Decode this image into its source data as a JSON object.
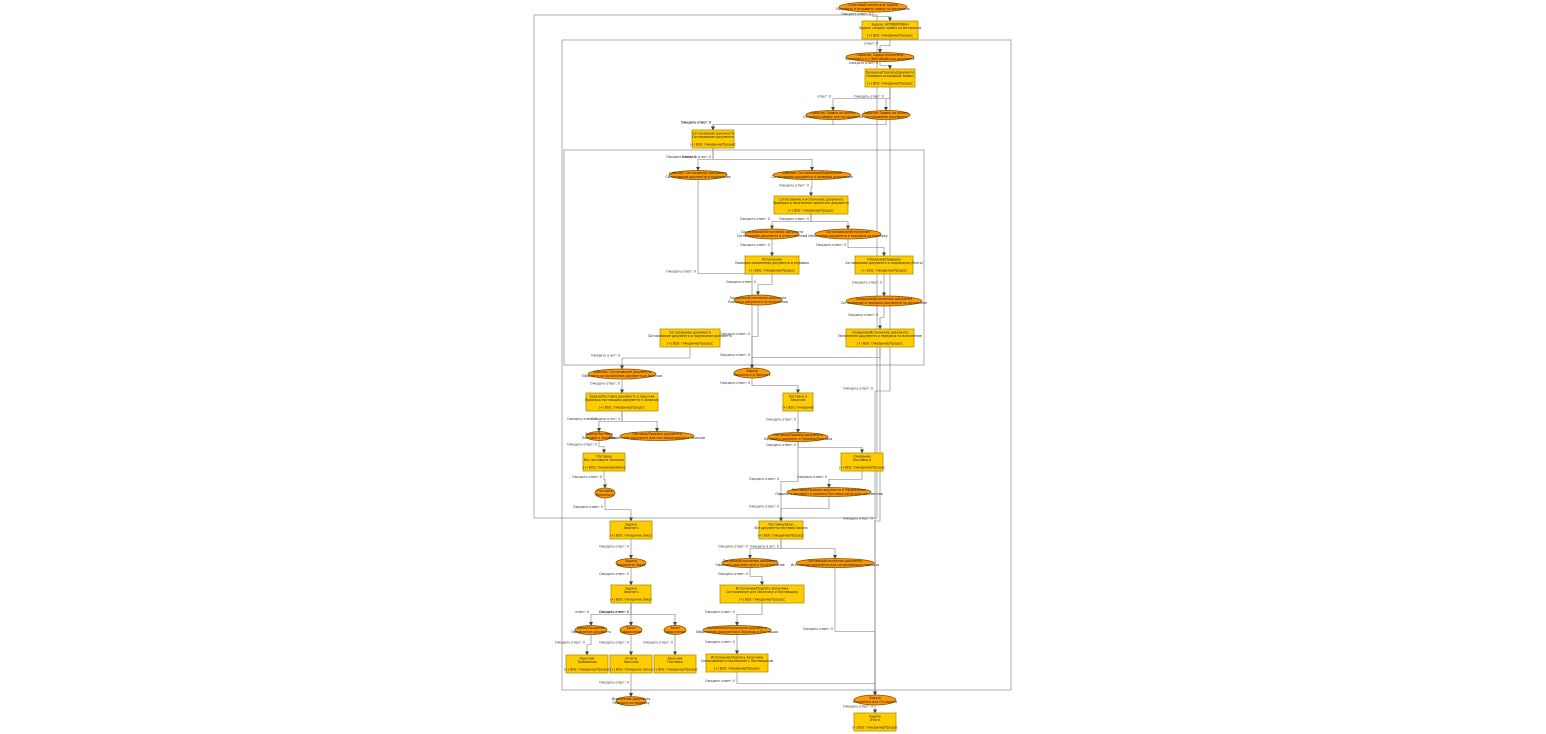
{
  "nodes": [
    {
      "id": "start",
      "type": "ellipse",
      "lines": [
        "Стартовый сигнал для задачи",
        "Оформить и отправить заявку на материалы"
      ]
    },
    {
      "id": "s1",
      "type": "box",
      "lines": [
        "Задача: АКТИВИРОВАН",
        "Задача: создать заявку на материалы",
        "",
        "(+) BSG: Ожидание/Процесс"
      ]
    },
    {
      "id": "e_s1",
      "type": "ellipse",
      "lines": [
        "Событие: Задача выполнена",
        "Выполнить и / Сбой обработки документа"
      ]
    },
    {
      "id": "s2",
      "type": "box",
      "lines": [
        "Проверка/ПодписьДокумента",
        "Проверка исходящей заявки",
        "",
        "(+) BSG: Ожидание/Процесс"
      ]
    },
    {
      "id": "e_l1",
      "type": "ellipse",
      "lines": [
        "Событие: Заявка на оплату",
        "Отправить заявку для согласования"
      ]
    },
    {
      "id": "e_l2",
      "type": "ellipse",
      "lines": [
        "Событие: Заявка на оплату",
        "Согласование документа"
      ]
    },
    {
      "id": "s3",
      "type": "box",
      "lines": [
        "Согласование документа",
        "Согласование документа",
        "",
        "(+) BSG: Ожидание/Процесс"
      ]
    },
    {
      "id": "e_s3a",
      "type": "ellipse",
      "lines": [
        "Событие: Согласование документа",
        "Согласование документа и подписание"
      ]
    },
    {
      "id": "e_s3b",
      "type": "ellipse",
      "lines": [
        "Событие: Согласование/Подписание",
        "Согласование документа и проверка исполнения"
      ]
    },
    {
      "id": "s4",
      "type": "box",
      "lines": [
        "Согласование и исполнение документа",
        "Проверка и исполнение принятого документа",
        "",
        "(+) BSG: Ожидание/Процесс"
      ]
    },
    {
      "id": "e_s4a",
      "type": "ellipse",
      "lines": [
        "Согласование/Исполнение документа",
        "Согласование документа и ответственный"
      ]
    },
    {
      "id": "e_s4b",
      "type": "ellipse",
      "lines": [
        "Согласование/Исполнение",
        "Исполнение документа и передача на проверку"
      ]
    },
    {
      "id": "s5a",
      "type": "box",
      "lines": [
        "Исполнение",
        "Проверка исполнения документа и отправка",
        "",
        "(+) BSG: Ожидание/Процесс"
      ]
    },
    {
      "id": "s5b",
      "type": "box",
      "lines": [
        "Ожидание/Проверка",
        "Согласование документа и подписание (Всего)",
        "",
        "(+) BSG: Ожидание/Процесс"
      ]
    },
    {
      "id": "e_s5a",
      "type": "ellipse",
      "lines": [
        "Ожидание/Исполнение документа",
        "Передача документа на исполнение"
      ]
    },
    {
      "id": "e_s5b",
      "type": "ellipse",
      "lines": [
        "Ожидание/Исполнение документа",
        "Согласование и передача документа на исполнение"
      ]
    },
    {
      "id": "s6b",
      "type": "box",
      "lines": [
        "Ожидание/Исполнение документа",
        "Исполнение документа и передача на исполнение",
        "",
        "(+) BSG: Ожидание/Процесс"
      ]
    },
    {
      "id": "s7",
      "type": "box",
      "lines": [
        "Согласование документа",
        "Согласование документа и подписание документа",
        "",
        "(+) BSG: Ожидание/Процесс"
      ]
    },
    {
      "id": "e_s7",
      "type": "ellipse",
      "lines": [
        "Событие: Согласование документа",
        "Оформить согласованные документы в Заказчик"
      ]
    },
    {
      "id": "hub1",
      "type": "ellipse",
      "lines": [
        "Задача",
        "Выполнить и Заказать"
      ]
    },
    {
      "id": "s8",
      "type": "box",
      "lines": [
        "Задача/Поставка документа в Заказчик",
        "Проверка поставщика документа в Заказчик",
        "",
        "(+) BSG: Ожидание/Процесс"
      ]
    },
    {
      "id": "e_s8a",
      "type": "ellipse",
      "lines": [
        "Задача/Поставка",
        "Поставка в Заказчик"
      ]
    },
    {
      "id": "e_s8b",
      "type": "ellipse",
      "lines": [
        "Поставка/Приемка документа",
        "Оформление документа для поставки/приемки в Заказчик"
      ]
    },
    {
      "id": "s9",
      "type": "box",
      "lines": [
        "Поставка",
        "Все поставки в Заказчик",
        "",
        "(+) BSG: Ожидание/Заказ"
      ]
    },
    {
      "id": "e_s9",
      "type": "ellipse",
      "lines": [
        "Поставка",
        "Выполнить"
      ]
    },
    {
      "id": "sr1",
      "type": "box",
      "lines": [
        "Поставка и",
        "Заказчик",
        "",
        "(+) BSG: Ожидание"
      ]
    },
    {
      "id": "e_sr1",
      "type": "ellipse",
      "lines": [
        "Поставка/Приемка документа",
        "Оформить документ и Приемка/Поставка"
      ]
    },
    {
      "id": "sr2",
      "type": "box",
      "lines": [
        "Ожидание",
        "Поставка и",
        "",
        "(+) BSG: Ожидание/Процесс"
      ]
    },
    {
      "id": "e_sr2",
      "type": "ellipse",
      "lines": [
        "Поставка/Приемка документа и Оформление",
        "Оформить документ и приемка Поставки после всех документов"
      ]
    },
    {
      "id": "s10",
      "type": "box",
      "lines": [
        "Поставка/Заказ",
        "Все документы поставки Заказа",
        "",
        "(+) BSG: Ожидание/Процесс"
      ]
    },
    {
      "id": "e_s10a",
      "type": "ellipse",
      "lines": [
        "Поставка/Исполнение документа",
        "Оформить документ для и на исполнение"
      ]
    },
    {
      "id": "e_s10b",
      "type": "ellipse",
      "lines": [
        "Поставка/Исполнение документа",
        "Исполнение документа для согласования и передача"
      ]
    },
    {
      "id": "s11",
      "type": "box",
      "lines": [
        "Исполнение/Подпись Заказчика",
        "Согласование для Заказчика и Поставщика",
        "",
        "(+) BSG: Ожидание/Процесс"
      ]
    },
    {
      "id": "e_s11",
      "type": "ellipse",
      "lines": [
        "Исполнение/Подписание документа",
        "Оформление документов в Заказчик и Поставщик"
      ]
    },
    {
      "id": "s12",
      "type": "box",
      "lines": [
        "Исполнение/Подпись Заказчика",
        "Согласование и подписание с Поставщиком",
        "",
        "(+) BSG: Ожидание/Процесс"
      ]
    },
    {
      "id": "c1",
      "type": "box",
      "lines": [
        "Задача",
        "Заказать",
        "",
        "(+) BSG: Ожидание Заказ"
      ]
    },
    {
      "id": "e_c1",
      "type": "ellipse",
      "lines": [
        "Задача",
        "Выполнить Заказ"
      ]
    },
    {
      "id": "c2",
      "type": "box",
      "lines": [
        "Задача",
        "Заказать",
        "",
        "(+) BSG: Ожидание Заказ"
      ]
    },
    {
      "id": "e_c3",
      "type": "ellipse",
      "lines": [
        "Заказ/Ожидание",
        "Оформление документа"
      ]
    },
    {
      "id": "e_c4",
      "type": "ellipse",
      "lines": [
        "Заказ",
        "Оформление"
      ]
    },
    {
      "id": "e_c5",
      "type": "ellipse",
      "lines": [
        "Заказ",
        "Оформление"
      ]
    },
    {
      "id": "c3",
      "type": "box",
      "lines": [
        "Заказчик",
        "Требования",
        "",
        "(+) BSG: Ожидание/Процесс"
      ]
    },
    {
      "id": "c4",
      "type": "box",
      "lines": [
        "Оплата",
        "Заказчик",
        "",
        "(+) BSG: Ожидание Заказ"
      ]
    },
    {
      "id": "c5",
      "type": "box",
      "lines": [
        "Заказчик",
        "Поставка",
        "",
        "(+) BSG: Ожидание/Процесс"
      ]
    },
    {
      "id": "end_left",
      "type": "ellipse",
      "lines": [
        "Исполнение документа",
        "Передать на проверку"
      ]
    },
    {
      "id": "end_hub",
      "type": "ellipse",
      "lines": [
        "Задача",
        "Выполнено или Отклонено"
      ]
    },
    {
      "id": "final",
      "type": "box",
      "lines": [
        "Задача",
        "Итоги",
        "",
        "(+) BSG: Ожидание/Процесс"
      ]
    }
  ],
  "edge_labels": [
    "Ожидать ответ: 0",
    "ответ: 0",
    "Ожидать в акт: 0",
    "ответ: 0",
    "Ожидать ответ: 0",
    "Ожидать ответ: 0",
    "Ожидать ответ: 0",
    "Ожидать ответ: 0",
    "Ожидать в акт: 0",
    "Ожидать ответ: 0",
    "Ожидать ответ: 0",
    "Ожидать ответ: 0",
    "Ожидать ответ: 0",
    "Ожидать ответ: 0",
    "Ожидать ответ: 0",
    "Ожидать ответ: 0",
    "Ожидать ответ: 0",
    "Ожидать ответ: 0",
    "Ожидать ответ: 0",
    "Ожидать ответ: 0",
    "Ожидать в акт: 0",
    "Ожидать ответ: 0",
    "Ожидать ответ: 0",
    "Ожидать в акт: 0",
    "Ожидать ответ: 0",
    "Ожидать ответ: 0",
    "Ожидать ответ: 0",
    "Ожидать ответ: 0",
    "Ожидать ответ: 0",
    "ответ: 0",
    "Ожидать ответ: 0",
    "Ожидать ответ: 0",
    "Ожидать ответ: 0",
    "Ожидать ответ: 0",
    "Ожидать ответ: 0",
    "Ожидать ответ: 0",
    "Ожидать ответ: 0",
    "Ожидать ответ: 0",
    "Ожидать ответ: 0",
    "Ожидать ответ: 0",
    "Ожидать ответ: 0",
    "Ожидать ответ: 0",
    "Ожидать ответ: 0",
    "Ожидать в акт: 0",
    "Ожидать ответ: 0",
    "Ожидать ответ: 0",
    "Ожидать ответ: 0",
    "Ожидать ответ: 0",
    "Ожидать ответ: 0",
    "Ожидать ответ: 0",
    "Ожидать ответ: 0",
    "Ожидать ответ: 0"
  ],
  "colors": {
    "box_fill": "#ffcc00",
    "ellipse_fill": "#ff9900",
    "edge": "#777777",
    "frame": "#8a8a8a"
  }
}
